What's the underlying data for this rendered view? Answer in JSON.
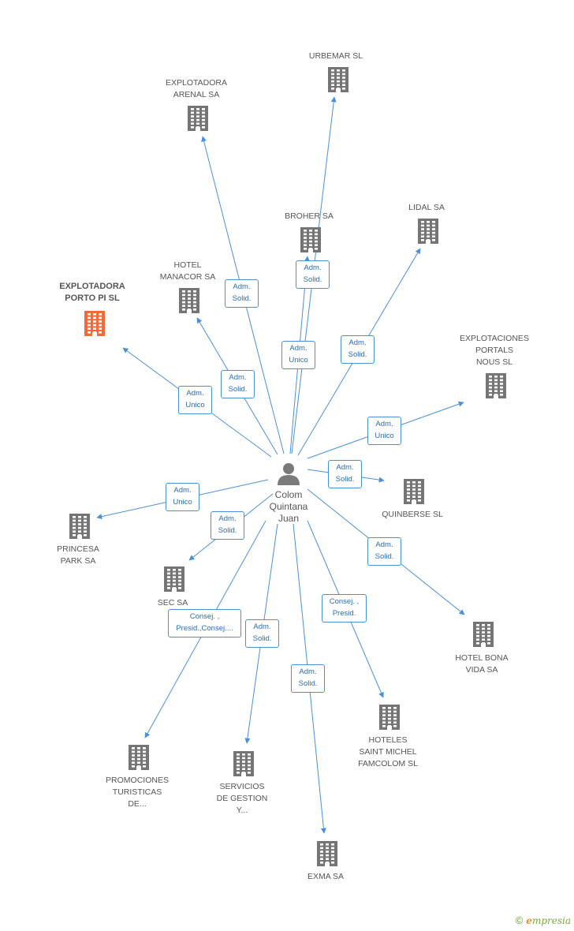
{
  "colors": {
    "building": "#757575",
    "building_highlight": "#f26a3a",
    "edge": "#4a90d9",
    "person": "#7a7a7a"
  },
  "center": {
    "name_lines": [
      "Colom",
      "Quintana",
      "Juan"
    ],
    "icon": "person-icon"
  },
  "nodes": [
    {
      "id": "urbemar",
      "lines": [
        "URBEMAR SL"
      ],
      "icon": "building-icon"
    },
    {
      "id": "explotadora-arenal",
      "lines": [
        "EXPLOTADORA",
        "ARENAL SA"
      ],
      "icon": "building-icon"
    },
    {
      "id": "broher",
      "lines": [
        "BROHER SA"
      ],
      "icon": "building-icon"
    },
    {
      "id": "lidal",
      "lines": [
        "LIDAL SA"
      ],
      "icon": "building-icon"
    },
    {
      "id": "hotel-manacor",
      "lines": [
        "HOTEL",
        "MANACOR SA"
      ],
      "icon": "building-icon"
    },
    {
      "id": "explotadora-porto-pi",
      "lines": [
        "EXPLOTADORA",
        "PORTO PI SL"
      ],
      "icon": "building-icon",
      "highlight": true
    },
    {
      "id": "explotaciones-portals",
      "lines": [
        "EXPLOTACIONES",
        "PORTALS",
        "NOUS SL"
      ],
      "icon": "building-icon"
    },
    {
      "id": "quinberse",
      "lines": [
        "QUINBERSE SL"
      ],
      "icon": "building-icon"
    },
    {
      "id": "princesa-park",
      "lines": [
        "PRINCESA",
        "PARK SA"
      ],
      "icon": "building-icon"
    },
    {
      "id": "sec",
      "lines": [
        "SEC SA"
      ],
      "icon": "building-icon"
    },
    {
      "id": "hotel-bona-vida",
      "lines": [
        "HOTEL BONA",
        "VIDA SA"
      ],
      "icon": "building-icon"
    },
    {
      "id": "hoteles-saint-michel",
      "lines": [
        "HOTELES",
        "SAINT MICHEL",
        "FAMCOLOM SL"
      ],
      "icon": "building-icon"
    },
    {
      "id": "promociones-turisticas",
      "lines": [
        "PROMOCIONES",
        "TURISTICAS",
        "DE..."
      ],
      "icon": "building-icon"
    },
    {
      "id": "servicios-gestion",
      "lines": [
        "SERVICIOS",
        "DE GESTION",
        "Y..."
      ],
      "icon": "building-icon"
    },
    {
      "id": "exma",
      "lines": [
        "EXMA SA"
      ],
      "icon": "building-icon"
    }
  ],
  "edges": [
    {
      "target": "urbemar",
      "label": [
        "Adm.",
        "Unico"
      ]
    },
    {
      "target": "explotadora-arenal",
      "label": [
        "Adm.",
        "Solid."
      ]
    },
    {
      "target": "broher",
      "label": [
        "Adm.",
        "Solid."
      ]
    },
    {
      "target": "lidal",
      "label": [
        "Adm.",
        "Solid."
      ]
    },
    {
      "target": "hotel-manacor",
      "label": [
        "Adm.",
        "Solid."
      ]
    },
    {
      "target": "explotadora-porto-pi",
      "label": [
        "Adm.",
        "Unico"
      ]
    },
    {
      "target": "explotaciones-portals",
      "label": [
        "Adm.",
        "Unico"
      ]
    },
    {
      "target": "quinberse",
      "label": [
        "Adm.",
        "Solid."
      ]
    },
    {
      "target": "princesa-park",
      "label": [
        "Adm.",
        "Unico"
      ]
    },
    {
      "target": "sec",
      "label": [
        "Adm.",
        "Solid."
      ]
    },
    {
      "target": "hotel-bona-vida",
      "label": [
        "Adm.",
        "Solid."
      ]
    },
    {
      "target": "hoteles-saint-michel",
      "label": [
        "Consej. ,",
        "Presid."
      ]
    },
    {
      "target": "promociones-turisticas",
      "label": [
        "Consej. ,",
        "Presid.,Consej...."
      ]
    },
    {
      "target": "servicios-gestion",
      "label": [
        "Adm.",
        "Solid."
      ]
    },
    {
      "target": "exma",
      "label": [
        "Adm.",
        "Solid."
      ]
    }
  ],
  "footer": {
    "copyright_symbol": "©",
    "brand_initial": "e",
    "brand_rest": "mpresia"
  }
}
